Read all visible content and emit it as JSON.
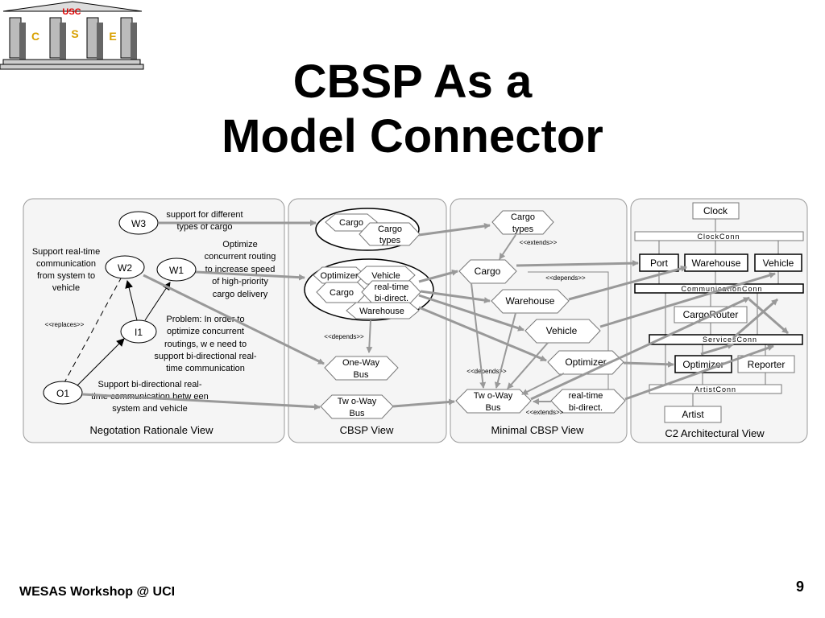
{
  "slide": {
    "title_line1": "CBSP As a",
    "title_line2": "Model Connector",
    "footer": "WESAS Workshop @ UCI",
    "page_number": "9"
  },
  "logo": {
    "usc": "USC",
    "c": "C",
    "s": "S",
    "e": "E"
  },
  "panels": {
    "rationale": "Negotation Rationale View",
    "cbsp": "CBSP View",
    "minimal": "Minimal CBSP View",
    "c2": "C2 Architectural View"
  },
  "rationale": {
    "w3": "W3",
    "w2": "W2",
    "w1": "W1",
    "i1": "I1",
    "o1": "O1",
    "w3_text": [
      "support for different",
      "types of cargo"
    ],
    "w2_text": [
      "Support real-time",
      "communication",
      "from system to",
      "vehicle"
    ],
    "w1_text": [
      "Optimize",
      "concurrent routing",
      "to increase speed",
      "of high-priority",
      "cargo delivery"
    ],
    "i1_text": [
      "Problem: In order to",
      "optimize concurrent",
      "routings, w e need to",
      "support bi-directional real-",
      "time communication"
    ],
    "o1_text": [
      "Support bi-directional real-",
      "time communication betw een",
      "system  and vehicle"
    ],
    "replaces": "<<replaces>>"
  },
  "cbsp": {
    "cargo": "Cargo",
    "cargo_types": [
      "Cargo",
      "types"
    ],
    "optimizer": "Optimizer",
    "vehicle": "Vehicle",
    "cargo2": "Cargo",
    "realtime": [
      "real-time",
      "bi-direct."
    ],
    "warehouse": "Warehouse",
    "depends": "<<depends>>",
    "oneway": [
      "One-Way",
      "Bus"
    ],
    "twoway": [
      "Tw o-Way",
      "Bus"
    ]
  },
  "minimal": {
    "cargo_types": [
      "Cargo",
      "types"
    ],
    "extends1": "<<extends>>",
    "cargo": "Cargo",
    "depends1": "<<depends>>",
    "warehouse": "Warehouse",
    "vehicle": "Vehicle",
    "optimizer": "Optimizer",
    "depends2": "<<depends>>",
    "twoway": [
      "Tw o-Way",
      "Bus"
    ],
    "realtime": [
      "real-time",
      "bi-direct."
    ],
    "extends2": "<<extends>>"
  },
  "c2": {
    "clock": "Clock",
    "clockconn": "ClockConn",
    "port": "Port",
    "warehouse": "Warehouse",
    "vehicle": "Vehicle",
    "commconn": "CommunicationConn",
    "cargorouter": "CargoRouter",
    "servicesconn": "ServicesConn",
    "optimizer": "Optimizer",
    "reporter": "Reporter",
    "artistconn": "ArtistConn",
    "artist": "Artist"
  }
}
